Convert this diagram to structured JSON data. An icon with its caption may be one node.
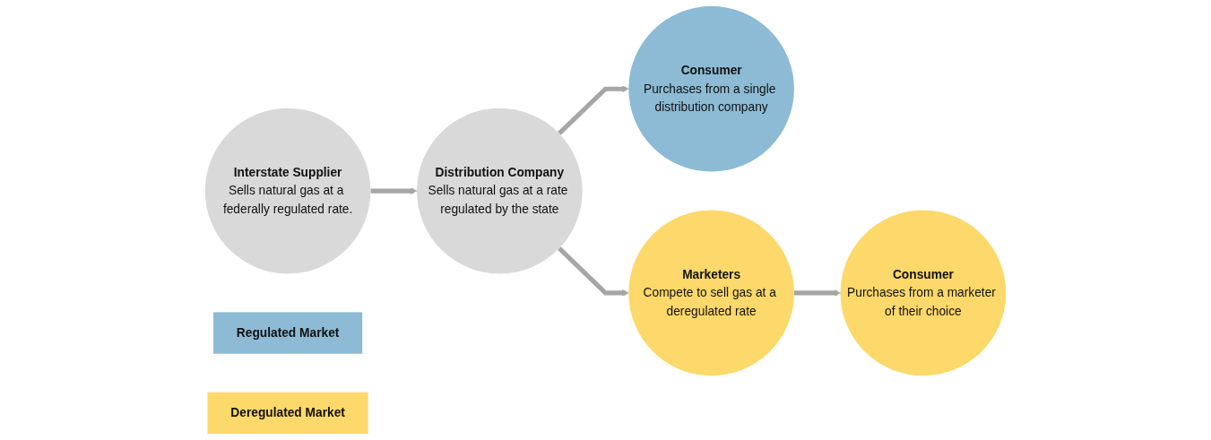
{
  "diagram": {
    "nodes": [
      {
        "text": [
          "Interstate Supplier",
          "Sells natural gas at a federally regulated rate."
        ]
      },
      {
        "text": [
          "Distribution Company",
          "Sells natural gas at a rate regulated by the state"
        ]
      },
      {
        "text": [
          "Consumer",
          "Purchases from a single distribution company"
        ]
      },
      {
        "text": [
          "Marketers",
          "Compete to sell gas at a deregulated rate"
        ]
      },
      {
        "text": [
          "Consumer",
          "Purchases from a marketer of their choice"
        ]
      },
      {
        "text": [
          "Regulated Market"
        ]
      },
      {
        "text": [
          "Deregulated Market"
        ]
      }
    ],
    "edges": [
      {
        "from": 0,
        "to": 1,
        "arrow": "to"
      },
      {
        "from": 1,
        "to": 2,
        "arrow": "to"
      },
      {
        "from": 1,
        "to": 3,
        "arrow": "to"
      },
      {
        "from": 3,
        "to": 4,
        "arrow": "to"
      }
    ]
  }
}
